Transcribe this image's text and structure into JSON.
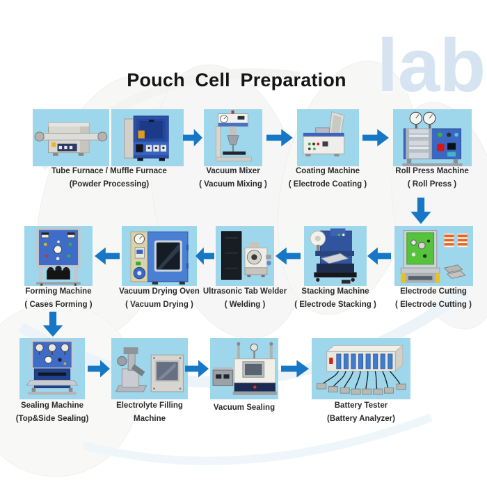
{
  "title": "Pouch Cell Preparation",
  "watermark": {
    "lab_text": "lab"
  },
  "colors": {
    "tile_background": "#9ed7ec",
    "arrow_blue": "#1577c5",
    "label_text": "#2b2b2b",
    "title_text": "#161616"
  },
  "flow": {
    "row1_direction": "left-to-right",
    "row2_direction": "right-to-left",
    "row3_direction": "left-to-right"
  },
  "steps": [
    {
      "name": "Tube Furnace  /  Muffle Furnace",
      "caption": "(Powder Processing)",
      "image": "tube-furnace-and-muffle-furnace-photo"
    },
    {
      "name": "Vacuum Mixer",
      "caption": "( Vacuum Mixing )",
      "image": "vacuum-mixer-photo"
    },
    {
      "name": "Coating Machine",
      "caption": "( Electrode Coating )",
      "image": "coating-machine-photo"
    },
    {
      "name": "Roll Press Machine",
      "caption": "( Roll Press )",
      "image": "roll-press-machine-photo"
    },
    {
      "name": "Electrode Cutting",
      "caption": "( Electrode Cutting )",
      "image": "electrode-cutting-photo"
    },
    {
      "name": "Stacking Machine",
      "caption": "( Electrode Stacking )",
      "image": "stacking-machine-photo"
    },
    {
      "name": "Ultrasonic Tab Welder",
      "caption": "( Welding )",
      "image": "ultrasonic-tab-welder-photo"
    },
    {
      "name": "Vacuum Drying Oven",
      "caption": "( Vacuum Drying )",
      "image": "vacuum-drying-oven-photo"
    },
    {
      "name": "Forming Machine",
      "caption": "( Cases Forming )",
      "image": "forming-machine-photo"
    },
    {
      "name": "Sealing Machine",
      "caption": "(Top&Side Sealing)",
      "image": "sealing-machine-photo"
    },
    {
      "name": "Electrolyte Filling",
      "caption": "Machine",
      "image": "electrolyte-filling-machine-photo"
    },
    {
      "name": "Vacuum Sealing",
      "caption": "",
      "image": "vacuum-sealing-photo"
    },
    {
      "name": "Battery Tester",
      "caption": "(Battery Analyzer)",
      "image": "battery-tester-photo"
    }
  ]
}
